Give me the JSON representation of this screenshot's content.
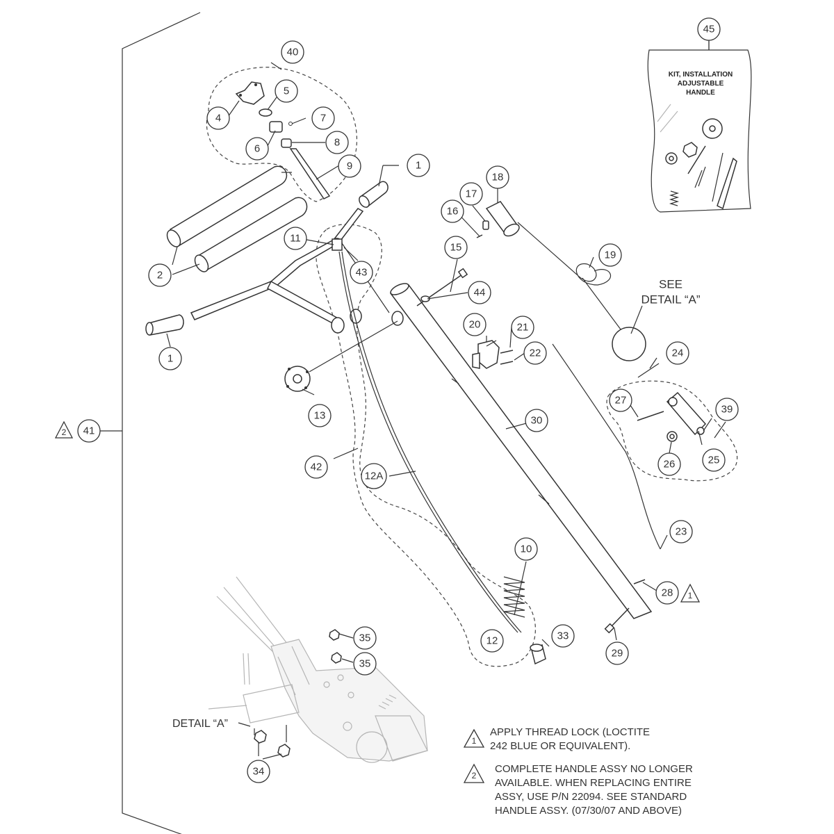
{
  "callouts": {
    "p1a": "1",
    "p1b": "1",
    "p2": "2",
    "p4": "4",
    "p5": "5",
    "p6": "6",
    "p7": "7",
    "p8": "8",
    "p9": "9",
    "p10": "10",
    "p11": "11",
    "p12": "12",
    "p12a": "12A",
    "p13": "13",
    "p15": "15",
    "p16": "16",
    "p17": "17",
    "p18": "18",
    "p19": "19",
    "p20": "20",
    "p21": "21",
    "p22": "22",
    "p23": "23",
    "p24": "24",
    "p25": "25",
    "p26": "26",
    "p27": "27",
    "p28": "28",
    "p29": "29",
    "p30": "30",
    "p33": "33",
    "p34": "34",
    "p35a": "35",
    "p35b": "35",
    "p39": "39",
    "p40": "40",
    "p41": "41",
    "p42": "42",
    "p43": "43",
    "p44": "44",
    "p45": "45"
  },
  "see_detail": {
    "line1": "SEE",
    "line2": "DETAIL “A”"
  },
  "detail_label": "DETAIL “A”",
  "kit": {
    "line1": "KIT, INSTALLATION",
    "line2": "ADJUSTABLE",
    "line3": "HANDLE"
  },
  "triangle_marks": {
    "t1": "1",
    "t2": "2",
    "t41": "2",
    "note1": "1",
    "note2": "2"
  },
  "notes": {
    "note1_line1": "APPLY THREAD LOCK (LOCTITE",
    "note1_line2": "242 BLUE OR EQUIVALENT).",
    "note2_line1": "COMPLETE HANDLE ASSY NO LONGER",
    "note2_line2": "AVAILABLE. WHEN REPLACING ENTIRE",
    "note2_line3": "ASSY, USE P/N 22094. SEE STANDARD",
    "note2_line4": "HANDLE ASSY. (07/30/07 AND ABOVE)"
  }
}
